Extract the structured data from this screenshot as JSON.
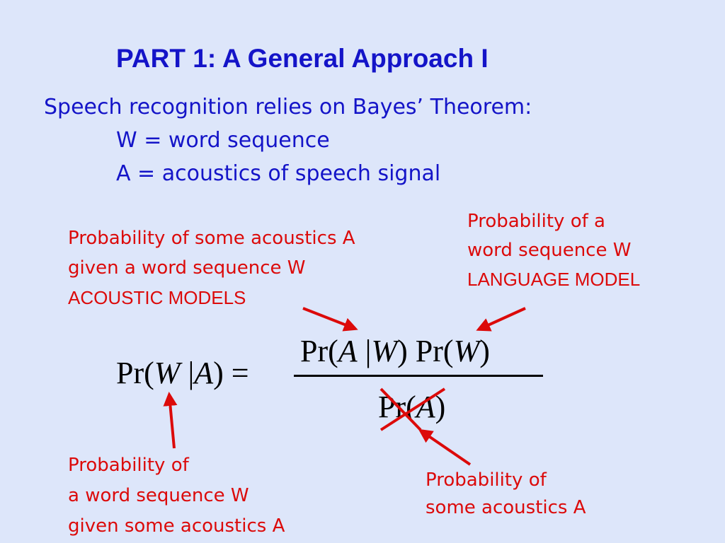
{
  "title": "PART 1: A General Approach I",
  "intro": {
    "line1": "Speech recognition relies on Bayes’ Theorem:",
    "line2": "W = word sequence",
    "line3": "A = acoustics of speech signal"
  },
  "formula": {
    "lhs": [
      "Pr(",
      "W",
      " |",
      "A",
      ") ="
    ],
    "numerator": [
      "Pr(",
      "A",
      " |",
      "W",
      ")",
      " Pr(",
      "W",
      ")"
    ],
    "denominator": [
      "Pr(",
      "A",
      ")"
    ]
  },
  "annotations": {
    "acoustic": {
      "line1": "Probability of some acoustics A",
      "line2": "given a word sequence W",
      "line3": "ACOUSTIC MODELS"
    },
    "language": {
      "line1": "Probability of a",
      "line2": "word sequence W",
      "line3": "LANGUAGE MODEL"
    },
    "posterior": {
      "line1": "Probability of",
      "line2": "a word sequence W",
      "line3": "given some acoustics A"
    },
    "evidence": {
      "line1": "Probability of",
      "line2": "some acoustics A"
    }
  },
  "colors": {
    "background": "#dde6fa",
    "title": "#1414c8",
    "annotation": "#dc0a0a",
    "math": "#000000"
  }
}
